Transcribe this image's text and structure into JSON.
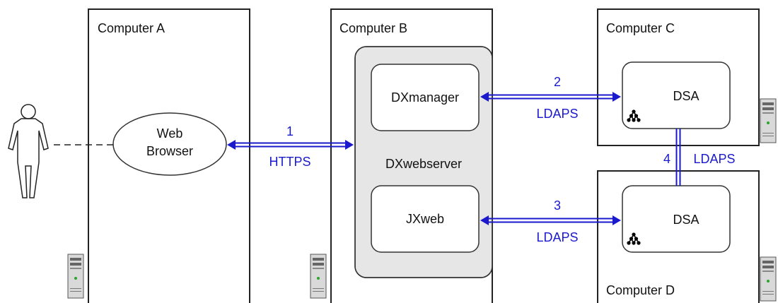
{
  "computers": {
    "a": {
      "label": "Computer A"
    },
    "b": {
      "label": "Computer B"
    },
    "c": {
      "label": "Computer C"
    },
    "d": {
      "label": "Computer D"
    }
  },
  "components": {
    "web_browser": {
      "line1": "Web",
      "line2": "Browser"
    },
    "dxwebserver": {
      "label": "DXwebserver"
    },
    "dxmanager": {
      "label": "DXmanager"
    },
    "jxweb": {
      "label": "JXweb"
    },
    "dsa_c": {
      "label": "DSA"
    },
    "dsa_d": {
      "label": "DSA"
    }
  },
  "connections": {
    "c1": {
      "number": "1",
      "protocol": "HTTPS"
    },
    "c2": {
      "number": "2",
      "protocol": "LDAPS"
    },
    "c3": {
      "number": "3",
      "protocol": "LDAPS"
    },
    "c4": {
      "number": "4",
      "protocol": "LDAPS"
    }
  },
  "colors": {
    "link": "#1a1acc",
    "server_fill": "#e6e6e6",
    "stroke": "#222222"
  },
  "icons": {
    "user": "person-outline-icon",
    "server": "server-tower-icon",
    "tree": "directory-tree-icon"
  }
}
